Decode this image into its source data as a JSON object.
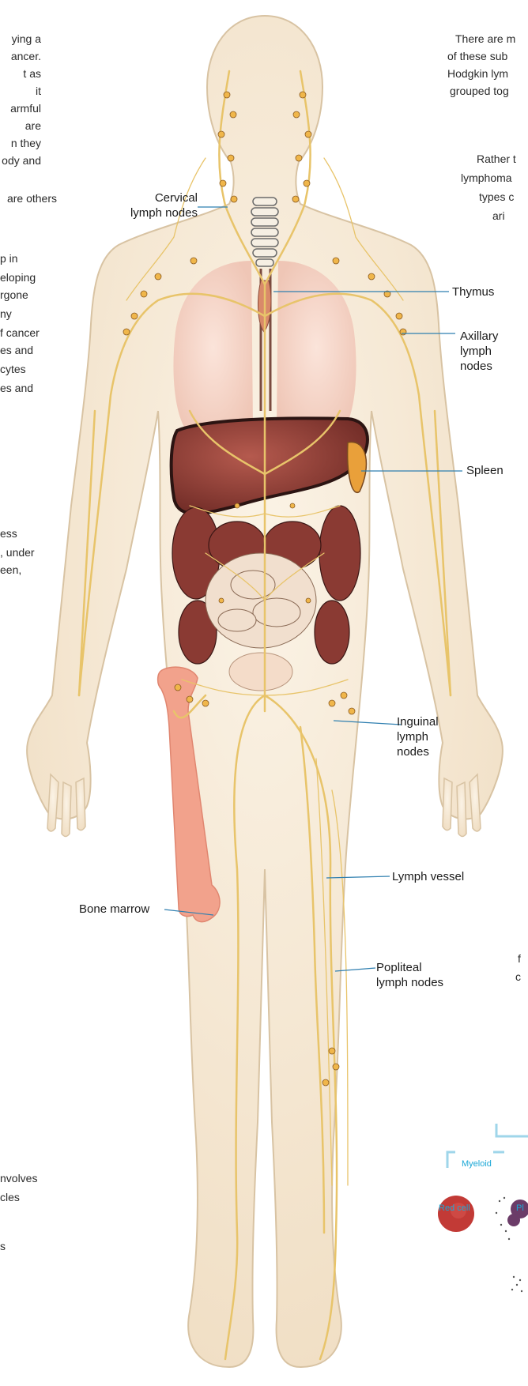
{
  "left_text": {
    "p1": [
      "ying a",
      "ancer.",
      "t as",
      "it",
      "armful",
      "are",
      "n they",
      "ody and",
      "are others"
    ],
    "p2": [
      "p in",
      "eloping",
      "rgone",
      "ny",
      "f cancer",
      "es and",
      "cytes",
      "es and"
    ],
    "p3": [
      "ess",
      ", under",
      "een,"
    ],
    "p4": [
      "nvolves",
      "cles"
    ],
    "p5": [
      "s"
    ]
  },
  "right_text": {
    "p1": [
      "There are m",
      "of these sub",
      "Hodgkin lym",
      "grouped tog"
    ],
    "p2": [
      "Rather t",
      "lymphoma",
      "types c",
      "ari"
    ],
    "p3": [
      "f",
      "c"
    ]
  },
  "labels": {
    "cervical": [
      "Cervical",
      "lymph nodes"
    ],
    "thymus": "Thymus",
    "axillary": [
      "Axillary",
      "lymph",
      "nodes"
    ],
    "spleen": "Spleen",
    "inguinal": [
      "Inguinal",
      "lymph",
      "nodes"
    ],
    "lymph_vessel": "Lymph vessel",
    "bone_marrow": "Bone marrow",
    "popliteal": [
      "Popliteal",
      "lymph nodes"
    ]
  },
  "cell_chart": {
    "myeloid": "Myeloid",
    "red_cell": "Red cell",
    "pl": "Pl"
  },
  "colors": {
    "skin": "#f7ecd9",
    "lymph": "#e8c46a",
    "organ_red": "#8e3a33",
    "bone": "#f2a28c",
    "accent_cyan": "#1aa7d6"
  }
}
